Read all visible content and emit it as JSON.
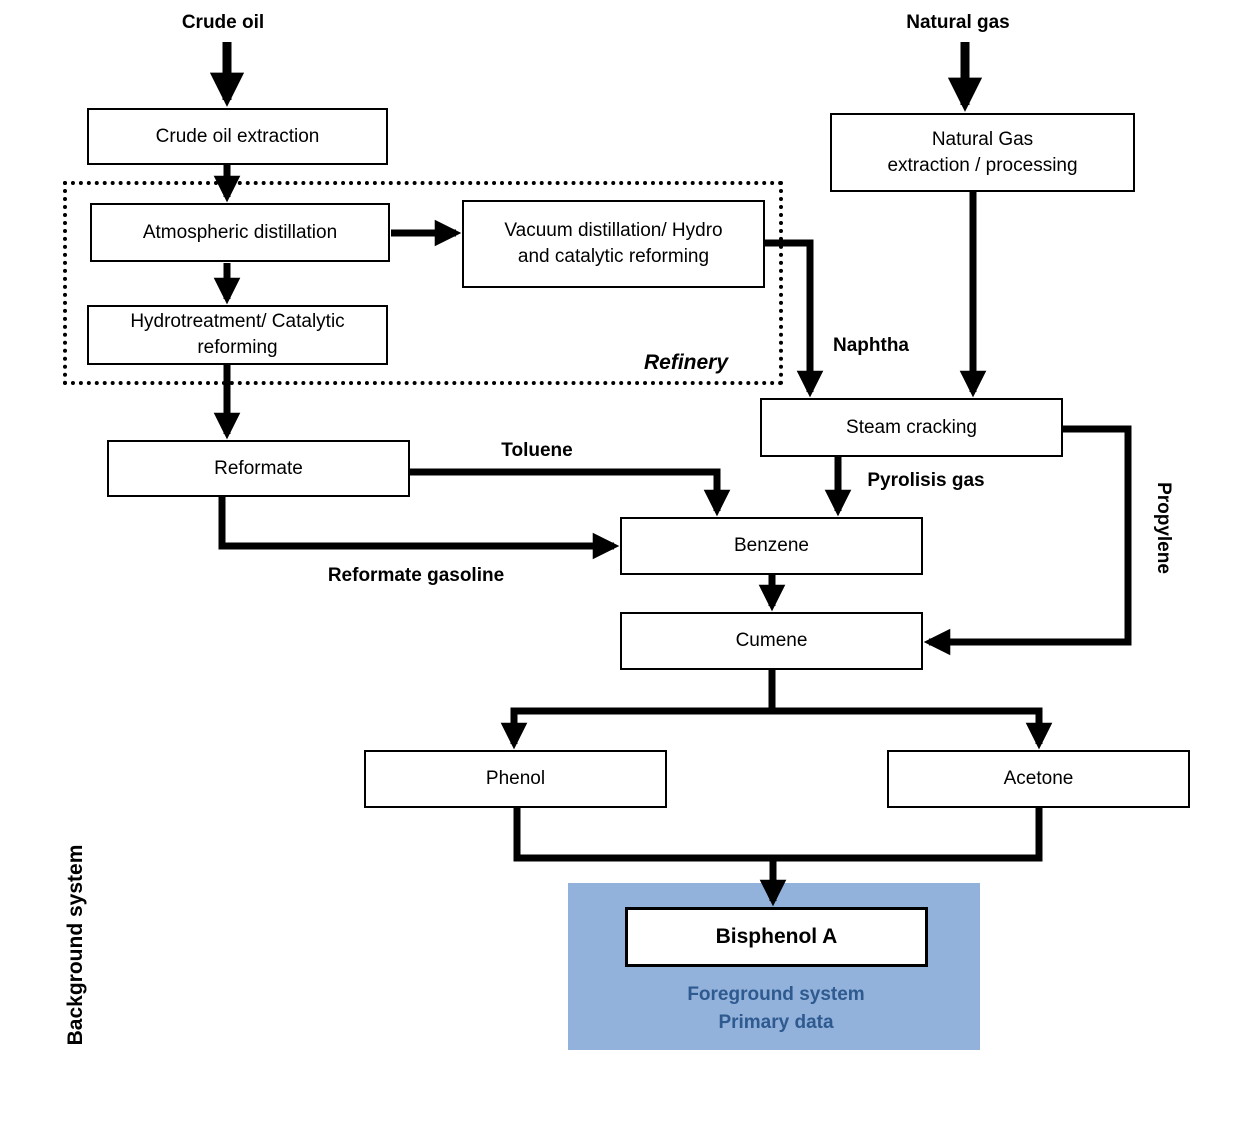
{
  "colors": {
    "foreground_bg": "#92b2dc",
    "foreground_text": "#2e5a8f",
    "line": "#000000",
    "box_bg": "#ffffff"
  },
  "sources": {
    "crude_oil": "Crude oil",
    "natural_gas": "Natural gas"
  },
  "processes": {
    "crude_oil_extraction": "Crude oil extraction",
    "atmospheric_distillation": "Atmospheric distillation",
    "vacuum_distillation": "Vacuum distillation/ Hydro\nand catalytic reforming",
    "hydrotreatment": "Hydrotreatment/ Catalytic\nreforming",
    "reformate": "Reformate",
    "natural_gas_extraction": "Natural Gas\nextraction / processing",
    "steam_cracking": "Steam cracking",
    "benzene": "Benzene",
    "cumene": "Cumene",
    "phenol": "Phenol",
    "acetone": "Acetone",
    "bisphenol_a": "Bisphenol A"
  },
  "flows": {
    "naphtha": "Naphtha",
    "pyrolisis_gas": "Pyrolisis gas",
    "toluene": "Toluene",
    "reformate_gasoline": "Reformate gasoline",
    "propylene": "Propylene"
  },
  "regions": {
    "refinery": "Refinery",
    "background_system": "Background system",
    "foreground_system": "Foreground system",
    "primary_data": "Primary data"
  }
}
